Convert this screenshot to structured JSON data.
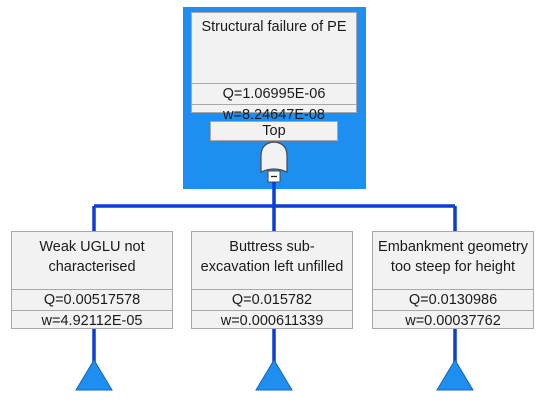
{
  "top_event": {
    "description": "Structural failure of PE",
    "q": "Q=1.06995E-06",
    "w": "w=8.24647E-08",
    "gate_label": "Top",
    "gate_type": "or-gate",
    "collapse_symbol": "−"
  },
  "basic_events": [
    {
      "description": "Weak UGLU not characterised",
      "q": "Q=0.00517578",
      "w": "w=4.92112E-05"
    },
    {
      "description": "Buttress sub-excavation left unfilled",
      "q": "Q=0.015782",
      "w": "w=0.000611339"
    },
    {
      "description": "Embankment geometry too steep for height",
      "q": "Q=0.0130986",
      "w": "w=0.00037762"
    }
  ],
  "colors": {
    "connector": "#0a3fd6",
    "selection": "#1f8ef1",
    "box_fill": "#f2f2f2",
    "box_border": "#a8a8a8",
    "transfer_triangle": "#1f8ef1"
  }
}
